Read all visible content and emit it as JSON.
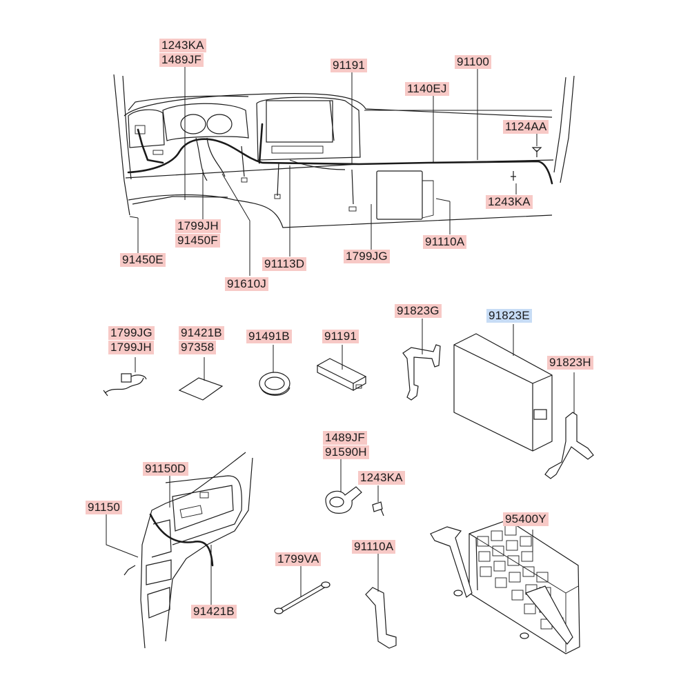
{
  "labels": {
    "top_1243KA": "1243KA",
    "top_1489JF": "1489JF",
    "top_91191": "91191",
    "top_91100": "91100",
    "top_1140EJ": "1140EJ",
    "top_1124AA": "1124AA",
    "top_1243KA_right": "1243KA",
    "top_1799JH": "1799JH",
    "top_91450F": "91450F",
    "top_91450E": "91450E",
    "top_91113D": "91113D",
    "top_1799JG": "1799JG",
    "top_91110A": "91110A",
    "top_91610J": "91610J",
    "mid_1799JG": "1799JG",
    "mid_1799JH": "1799JH",
    "mid_91421B": "91421B",
    "mid_97358": "97358",
    "mid_91491B": "91491B",
    "mid_91191": "91191",
    "mid_91823G": "91823G",
    "mid_91823E": "91823E",
    "mid_91823H": "91823H",
    "bot_1489JF": "1489JF",
    "bot_91590H": "91590H",
    "bot_1243KA": "1243KA",
    "bot_91150D": "91150D",
    "bot_91150": "91150",
    "bot_91421B": "91421B",
    "bot_1799VA": "1799VA",
    "bot_91110A": "91110A",
    "bot_95400Y": "95400Y"
  },
  "colors": {
    "label_bg": "#f7c9c6",
    "label_highlight_bg": "#c7dcf5",
    "line": "#1a1a1a"
  }
}
